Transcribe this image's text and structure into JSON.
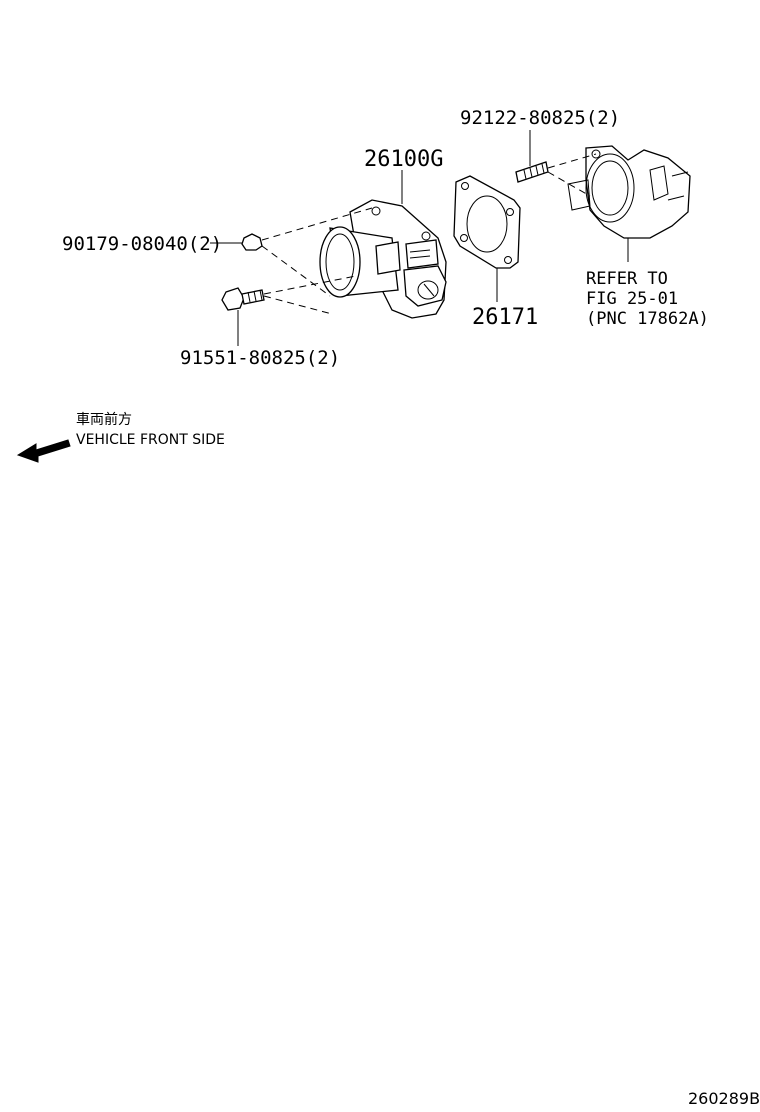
{
  "parts": {
    "throttle_body": "26100G",
    "nut": "90179-08040(2)",
    "bolt": "91551-80825(2)",
    "stud": "92122-80825(2)",
    "gasket": "26171"
  },
  "reference": {
    "line1": "REFER TO",
    "line2": "FIG 25-01",
    "line3": "(PNC 17862A)"
  },
  "direction": {
    "japanese": "車両前方",
    "english": "VEHICLE FRONT SIDE"
  },
  "figure_id": "260289B"
}
